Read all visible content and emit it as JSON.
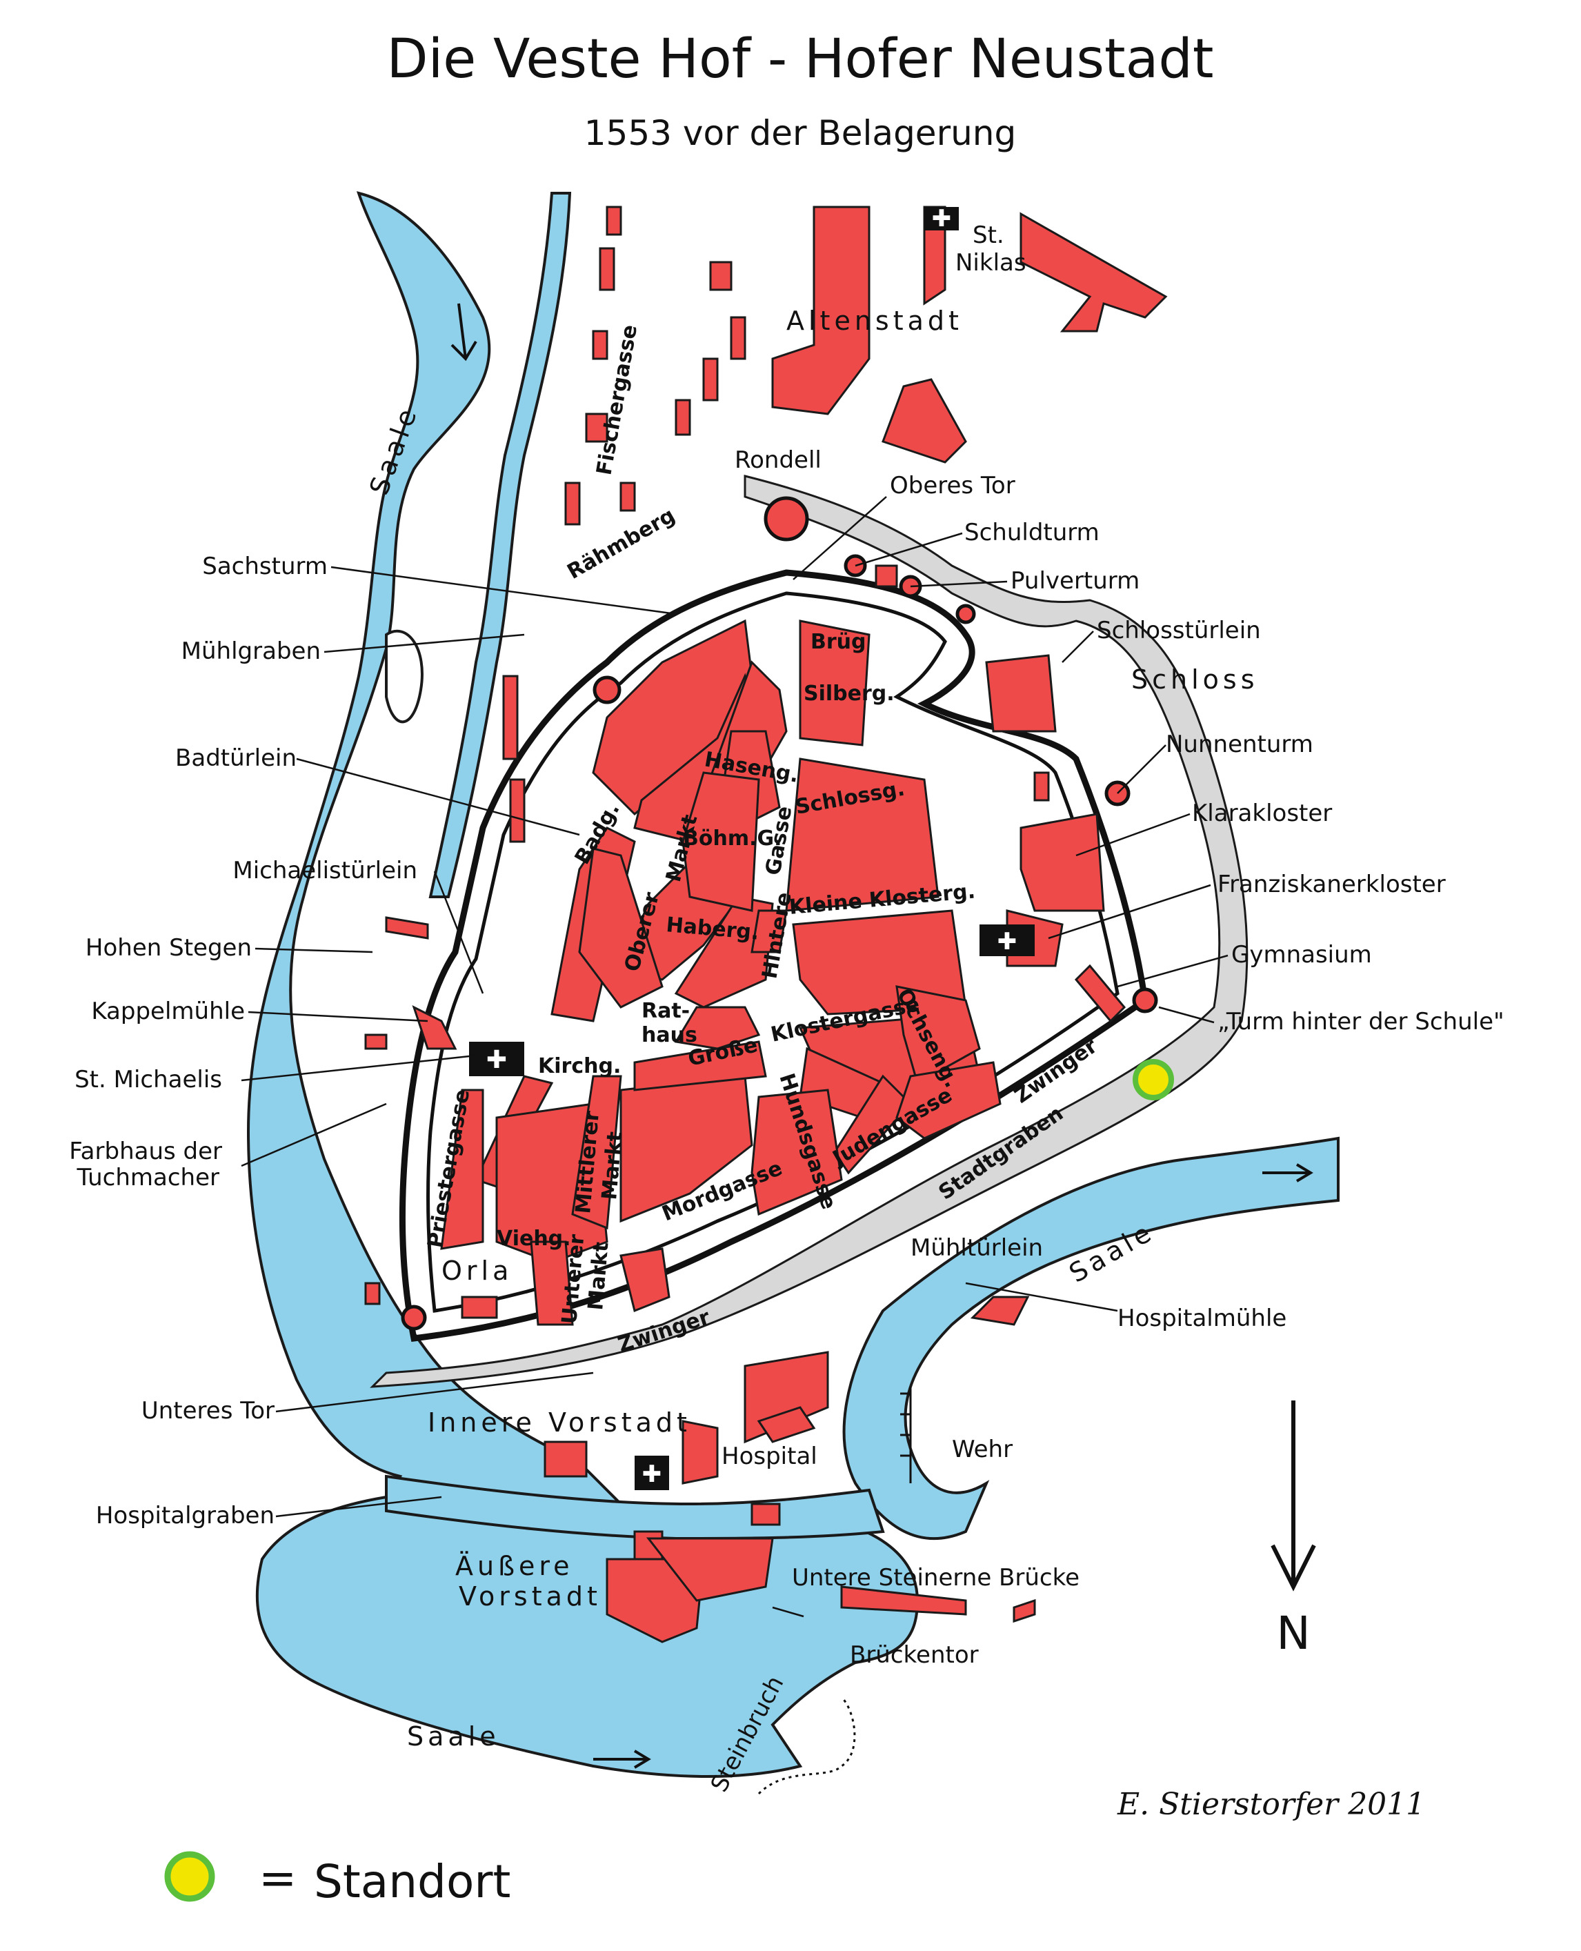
{
  "title": "Die Veste Hof  -  Hofer Neustadt",
  "subtitle": "1553 vor der Belagerung",
  "signature": "E. Stierstorfer 2011",
  "north_label": "N",
  "legend": {
    "label": "Standort",
    "equals": "=",
    "marker_fill": "#f2e600",
    "marker_ring": "#5bbf3c"
  },
  "colors": {
    "water": "#8fd0ea",
    "buildings": "#ee4a4a",
    "outline": "#1a1a1a",
    "moat_dots": "#cfcfcf"
  },
  "side_labels": {
    "left": [
      "Sachsturm",
      "Mühlgraben",
      "Badtürlein",
      "Michaelistürlein",
      "Hohen Stegen",
      "Kappelmühle",
      "St. Michaelis",
      "Farbhaus der",
      "Tuchmacher",
      "Unteres Tor",
      "Hospitalgraben"
    ],
    "right": [
      "Oberes Tor",
      "Schuldturm",
      "Pulverturm",
      "Schlosstürlein",
      "Nunnenturm",
      "Klarakloster",
      "Franziskanerkloster",
      "Gymnasium",
      "„Turm hinter der Schule\"",
      "Mühltürlein",
      "Hospitalmühle",
      "Wehr",
      "Untere Steinerne Brücke",
      "Brückentor"
    ]
  },
  "districts": [
    "Altenstadt",
    "Schloss",
    "Orla",
    "Innere  Vorstadt",
    "Äußere",
    "Vorstadt",
    "Rondell",
    "St.",
    "Niklas",
    "Hospital",
    "Steinbruch"
  ],
  "rivers": [
    "Saale",
    "Saale",
    "Saale"
  ],
  "streets": [
    "Fischergasse",
    "Rähmberg",
    "Brüg",
    "Silberg.",
    "Haseng.",
    "Schlossg.",
    "Badg.",
    "Oberer",
    "Markt",
    "Böhm.G.",
    "Hintere",
    "Gasse",
    "Kleine Klosterg.",
    "Haberg.",
    "Rat-",
    "haus",
    "Große",
    "Klostergasse",
    "Ochseng.",
    "Kirchg.",
    "Priestergasse",
    "Mittlerer",
    "Markt",
    "Hundsgasse",
    "Judengasse",
    "Mordgasse",
    "Viehg.",
    "Unterer",
    "Markt",
    "Zwinger",
    "Stadtgraben",
    "Zwinger"
  ]
}
